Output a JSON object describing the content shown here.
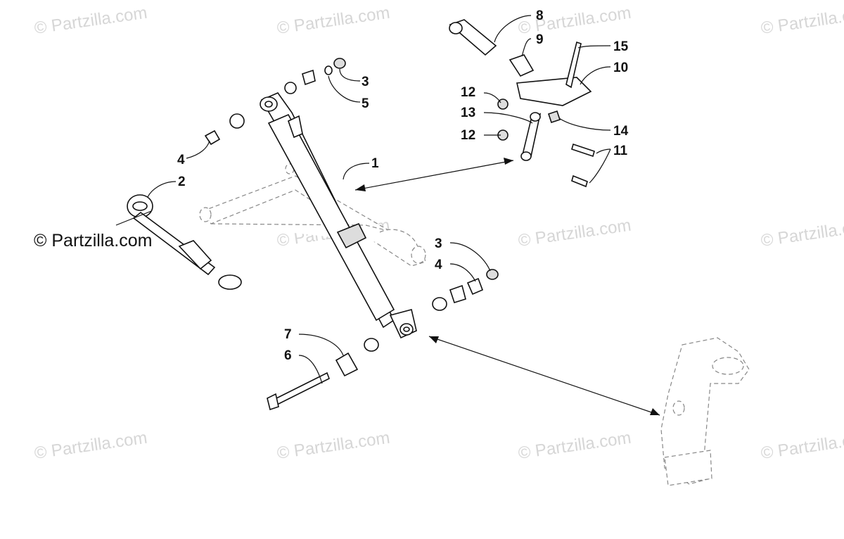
{
  "diagram": {
    "watermark_main": "© Partzilla.com",
    "watermark_faint": "© Partzilla.com",
    "callouts": [
      "1",
      "2",
      "3",
      "5",
      "4",
      "8",
      "9",
      "15",
      "10",
      "12",
      "13",
      "12",
      "14",
      "11",
      "3",
      "4",
      "7",
      "6"
    ]
  }
}
